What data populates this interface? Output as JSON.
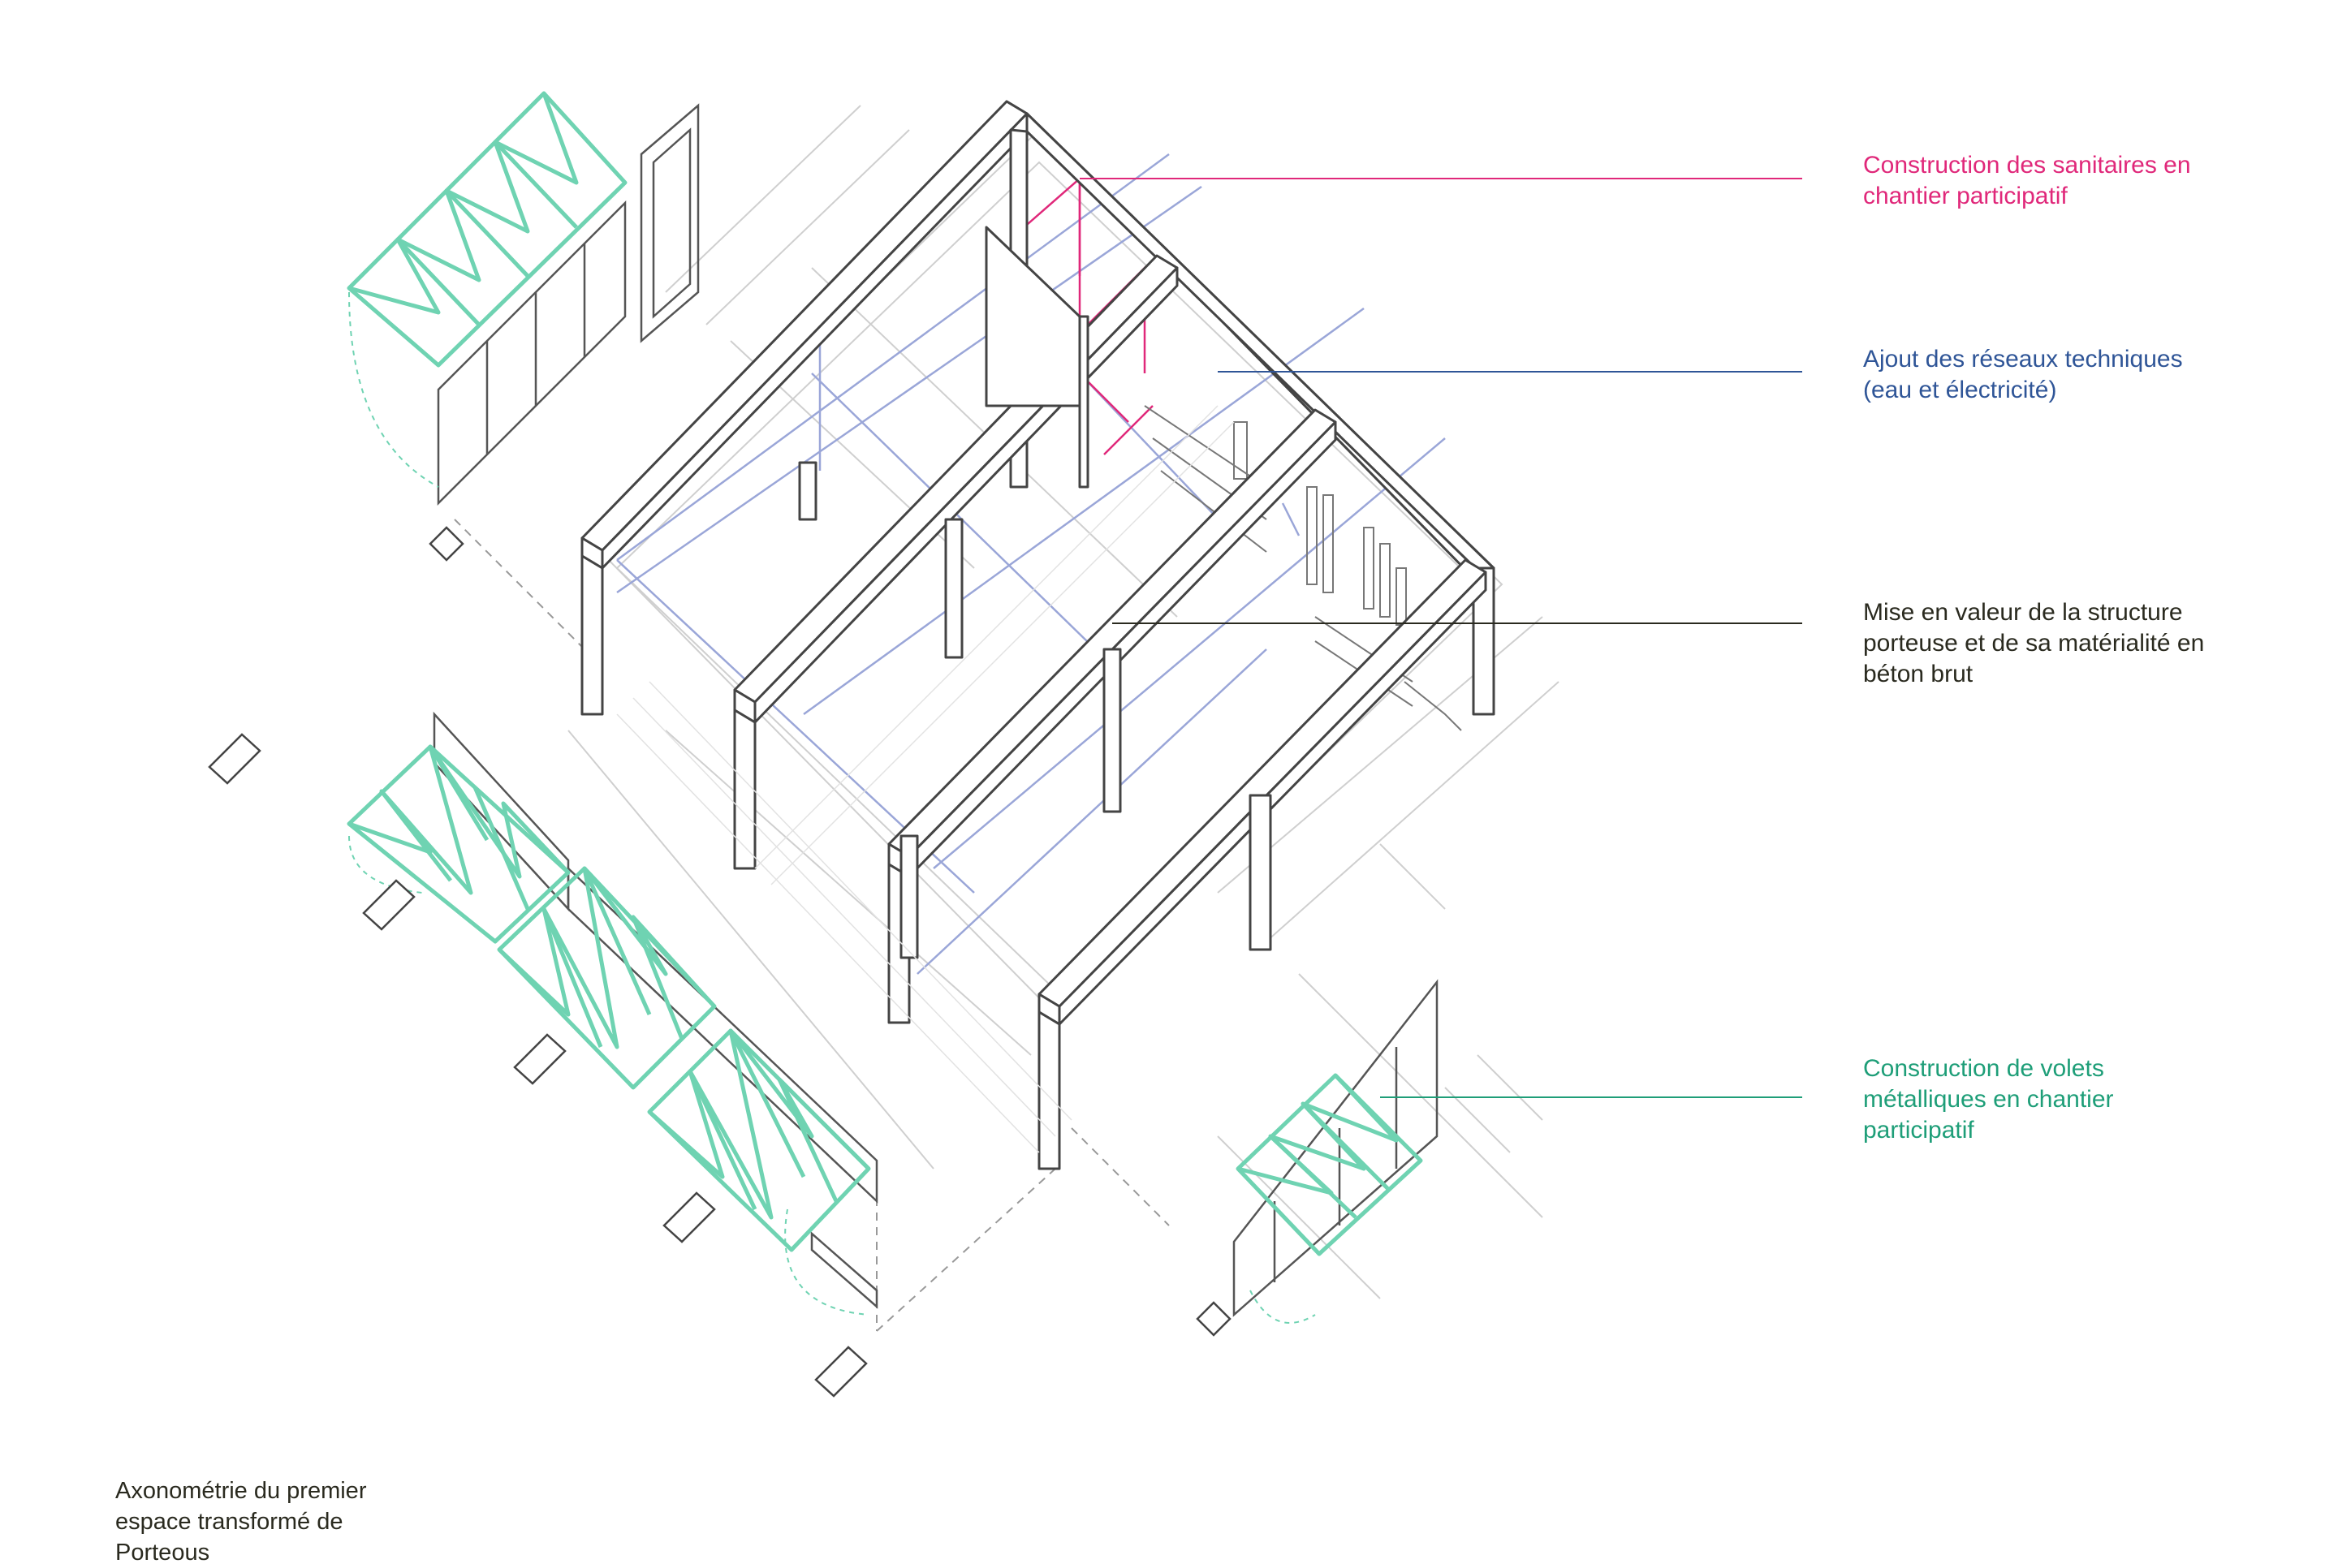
{
  "colors": {
    "sanitaires": "#e0287a",
    "reseaux": "#2f5597",
    "structure": "#2a2a1f",
    "volets": "#1e9e78",
    "shutter": "#6fd3b2",
    "caption": "#2a2a1f",
    "line": "#555555",
    "faint": "#c8c8c8"
  },
  "annotations": [
    {
      "id": "sanitaires",
      "lines": [
        "Construction des sanitaires en",
        "chantier participatif"
      ]
    },
    {
      "id": "reseaux",
      "lines": [
        "Ajout des réseaux techniques",
        "(eau et électricité)"
      ]
    },
    {
      "id": "structure",
      "lines": [
        "Mise en valeur de la structure",
        "porteuse et de sa matérialité en",
        "béton brut"
      ]
    },
    {
      "id": "volets",
      "lines": [
        "Construction de volets",
        "métalliques en chantier",
        "participatif"
      ]
    }
  ],
  "caption": {
    "lines": [
      "Axonométrie du premier",
      "espace transformé de",
      "Porteous"
    ]
  }
}
